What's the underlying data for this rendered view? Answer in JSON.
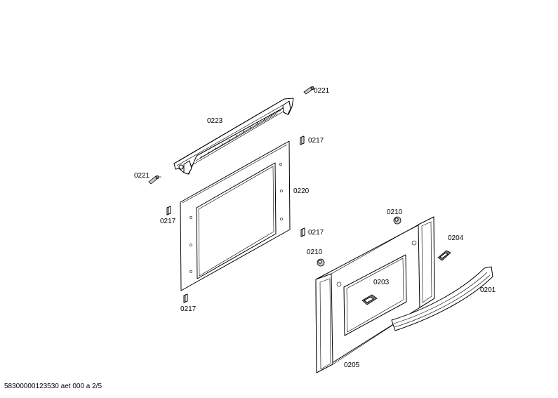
{
  "footer": {
    "document_id": "58300000123530 aet 000 a 2/5"
  },
  "labels": {
    "p0221_top": "0221",
    "p0223": "0223",
    "p0217_top": "0217",
    "p0221_left": "0221",
    "p0220": "0220",
    "p0217_left": "0217",
    "p0217_mid": "0217",
    "p0217_bottom": "0217",
    "p0210_top": "0210",
    "p0204": "0204",
    "p0210_left": "0210",
    "p0203": "0203",
    "p0201": "0201",
    "p0205": "0205"
  }
}
